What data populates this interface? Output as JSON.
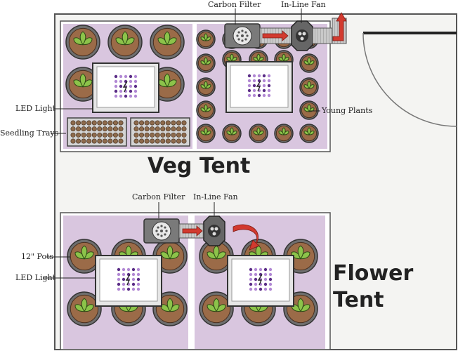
{
  "veg_tent": {
    "title": "Veg Tent",
    "labels": {
      "carbon_filter": "Carbon Filter",
      "inline_fan": "In-Line Fan",
      "led_light": "LED Light",
      "seedling_trays": "Seedling Trays",
      "young_plants": "Young Plants"
    }
  },
  "flower_tent": {
    "title_line1": "Flower",
    "title_line2": "Tent",
    "labels": {
      "carbon_filter": "Carbon Filter",
      "inline_fan": "In-Line Fan",
      "pots": "12\" Pots",
      "led_light": "LED Light"
    }
  },
  "colors": {
    "room_bg": "#f4f4f2",
    "tent_fill": "#d7c3de",
    "pot_soil": "#9b6b48",
    "leaf": "#8cc34a",
    "arrow": "#d23a2f",
    "duct": "#b9b9b9"
  }
}
